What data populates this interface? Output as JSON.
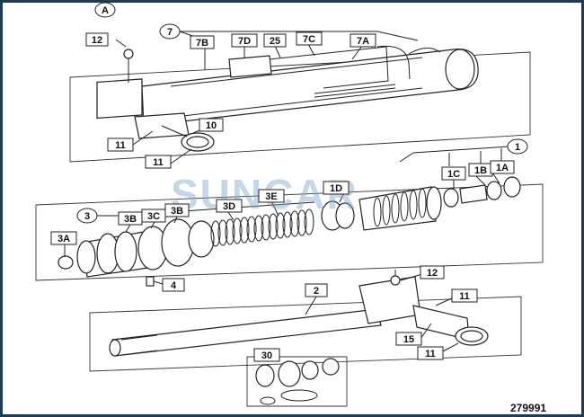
{
  "labels": {
    "A": "A",
    "c7": "7",
    "c1": "1",
    "n12a": "12",
    "n7B": "7B",
    "n7D": "7D",
    "n25": "25",
    "n7C": "7C",
    "n7A": "7A",
    "n10": "10",
    "n11a": "11",
    "n11b": "11",
    "n1D": "1D",
    "n1C": "1C",
    "n1B": "1B",
    "n1A": "1A",
    "n3": "3",
    "n3B1": "3B",
    "n3C": "3C",
    "n3B2": "3B",
    "n3D": "3D",
    "n3E": "3E",
    "n3A": "3A",
    "n4": "4",
    "n2": "2",
    "n12b": "12",
    "n11c": "11",
    "n15": "15",
    "n11d": "11",
    "n30": "30"
  },
  "watermark": "SUNCAR",
  "ref_number": "279991",
  "colors": {
    "frame": "#1f3b57",
    "watermark": "#7fa7c8"
  }
}
